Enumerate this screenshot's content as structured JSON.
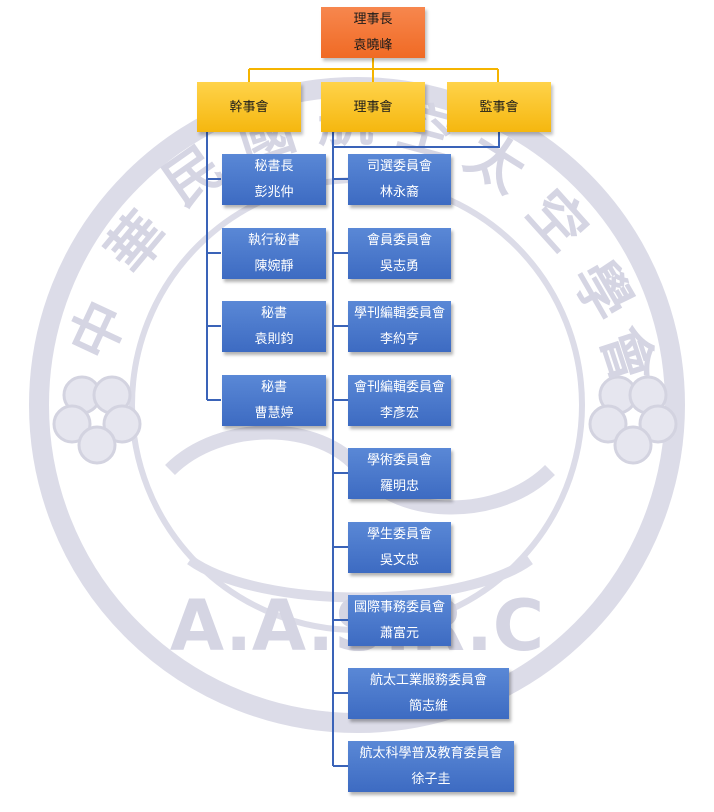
{
  "colors": {
    "president": "#f07a38",
    "council": "#fcc52a",
    "member": "#4a79cc",
    "line_gold": "#f5b400",
    "line_blue": "#3a63b8",
    "watermark": "#d9d9e6"
  },
  "watermark": {
    "arc_text": "中華民國航空太空學會",
    "bottom_text": "A.A.S.R.C",
    "emblem": "plum-blossom-icon"
  },
  "president": {
    "title": "理事長",
    "name": "袁曉峰"
  },
  "councils": [
    {
      "label": "幹事會"
    },
    {
      "label": "理事會"
    },
    {
      "label": "監事會"
    }
  ],
  "secretariat": [
    {
      "title": "秘書長",
      "name": "彭兆仲"
    },
    {
      "title": "執行秘書",
      "name": "陳婉靜"
    },
    {
      "title": "秘書",
      "name": "袁則鈞"
    },
    {
      "title": "秘書",
      "name": "曹慧婷"
    }
  ],
  "committees": [
    {
      "title": "司選委員會",
      "name": "林永裔"
    },
    {
      "title": "會員委員會",
      "name": "吳志勇"
    },
    {
      "title": "學刊編輯委員會",
      "name": "李約亨"
    },
    {
      "title": "會刊編輯委員會",
      "name": "李彥宏"
    },
    {
      "title": "學術委員會",
      "name": "羅明忠"
    },
    {
      "title": "學生委員會",
      "name": "吳文忠"
    },
    {
      "title": "國際事務委員會",
      "name": "蕭富元"
    },
    {
      "title": "航太工業服務委員會",
      "name": "簡志維"
    },
    {
      "title": "航太科學普及教育委員會",
      "name": "徐子圭"
    }
  ]
}
